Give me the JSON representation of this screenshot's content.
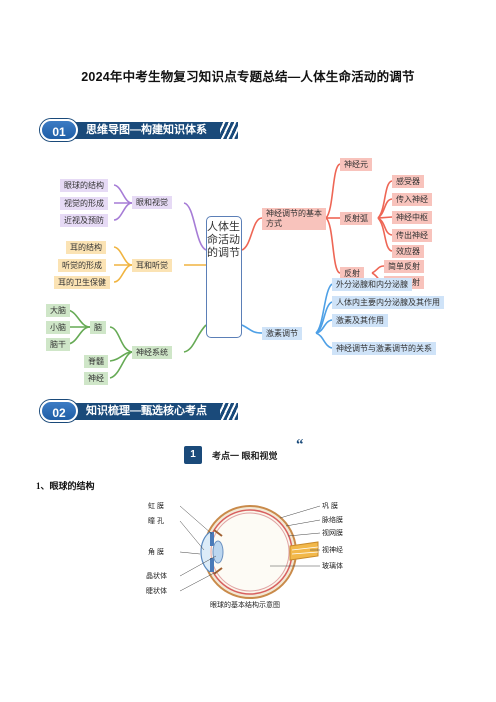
{
  "document": {
    "title": "2024年中考生物复习知识点专题总结—人体生命活动的调节"
  },
  "section1": {
    "number": "01",
    "title": "思维导图—构建知识体系"
  },
  "mindmap": {
    "center": "人体生命活动的调节",
    "eye": {
      "branch": "眼和视觉",
      "items": [
        "眼球的结构",
        "视觉的形成",
        "近视及预防"
      ]
    },
    "ear": {
      "branch": "耳和听觉",
      "items": [
        "耳的结构",
        "听觉的形成",
        "耳的卫生保健"
      ]
    },
    "nerve": {
      "branch": "神经系统",
      "brain": "脑",
      "brain_parts": [
        "大脑",
        "小脑",
        "脑干"
      ],
      "spinal": "脊髓",
      "nerves": "神经"
    },
    "neural": {
      "branch": "神经调节的基本方式",
      "neuron": "神经元",
      "reflex_arc": "反射弧",
      "arc_parts": [
        "感受器",
        "传入神经",
        "神经中枢",
        "传出神经",
        "效应器"
      ],
      "reflex": "反射",
      "reflex_types": [
        "简单反射",
        "复杂反射"
      ]
    },
    "hormone": {
      "branch": "激素调节",
      "items": [
        "外分泌腺和内分泌腺",
        "人体内主要内分泌腺及其作用",
        "激素及其作用",
        "神经调节与激素调节的关系"
      ]
    }
  },
  "section2": {
    "number": "02",
    "title": "知识梳理—甄选核心考点"
  },
  "keypoint": {
    "number": "1",
    "text": "考点一  眼和视觉",
    "quote_mark": "“"
  },
  "subsection": {
    "heading": "1、眼球的结构"
  },
  "eye_diagram": {
    "left_labels": [
      "虹  膜",
      "瞳  孔",
      "角  膜",
      "晶状体",
      "睫状体"
    ],
    "right_labels": [
      "巩  膜",
      "脉络膜",
      "视网膜",
      "视神经",
      "玻璃体"
    ],
    "caption": "眼球的基本结构示意图"
  },
  "colors": {
    "banner": "#1a4a7a",
    "purple": "#a67cd6",
    "yellow": "#f0b440",
    "green": "#66aa55",
    "red": "#ee6655",
    "blue": "#4ea0e6"
  }
}
